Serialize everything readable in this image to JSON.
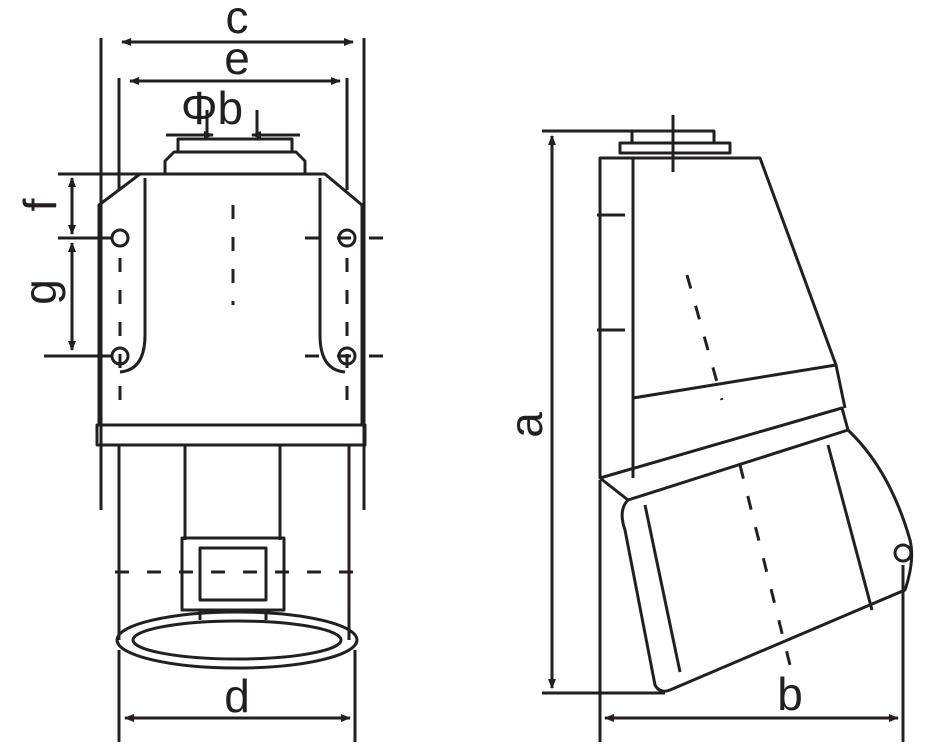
{
  "title": "Wall-mounted socket dimension drawing",
  "labels": {
    "c": "c",
    "e": "e",
    "phi_b": "Φb",
    "f": "f",
    "g": "g",
    "d": "d",
    "a": "a",
    "b": "b"
  },
  "colors": {
    "line": "#231f20",
    "background": "#ffffff"
  }
}
